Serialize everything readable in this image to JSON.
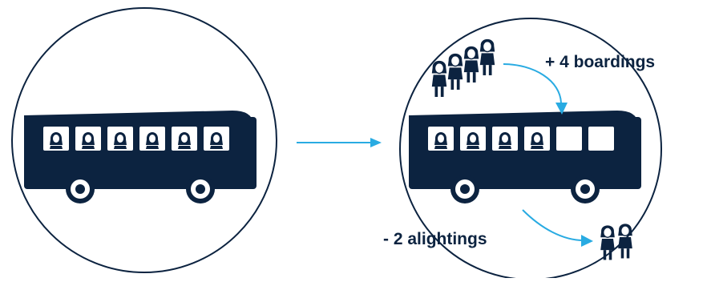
{
  "colors": {
    "bus": "#0c2340",
    "arrow": "#29abe2",
    "circle": "#0c2340",
    "window": "#ffffff",
    "background": "#ffffff"
  },
  "icons": {
    "bus": "bus-icon",
    "passenger": "person-icon",
    "arrow": "arrow-icon"
  },
  "before": {
    "occupied_windows": 6,
    "empty_windows": 0
  },
  "after": {
    "occupied_windows": 4,
    "empty_windows": 2,
    "boarding_people": 4,
    "alighting_people": 2
  },
  "annotations": {
    "boardings": "+ 4 boardings",
    "alightings": "- 2 alightings"
  }
}
